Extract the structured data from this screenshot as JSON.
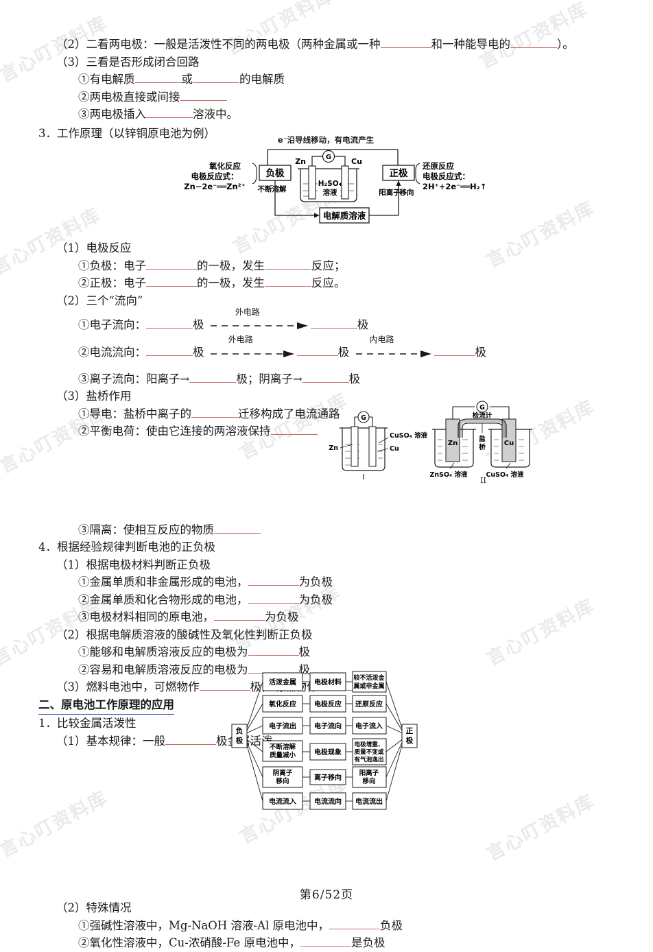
{
  "watermark": {
    "text": "言心叮资料库"
  },
  "footer": {
    "page_label": "第6/52页"
  },
  "colors": {
    "blank_underline": "#c86b66",
    "heading_underline": "#3f5fa8",
    "text": "#1a1a1a"
  },
  "content": {
    "line_2": "（2）二看两电极：一般是活泼性不同的两电极（两种金属或一种",
    "line_2b": "和一种能导电的",
    "line_2c": "）。",
    "line_3": "（3）三看是否形成闭合回路",
    "line_3_1a": "①有电解质",
    "line_3_1b": "或",
    "line_3_1c": "的电解质",
    "line_3_2a": "②两电极直接或间接",
    "line_3_3a": "③两电极插入",
    "line_3_3b": "溶液中。",
    "item_3": "3．工作原理（以锌铜原电池为例）",
    "s1_title": "（1）电极反应",
    "s1_a1": "①负极：电子",
    "s1_a2": "的一极，发生",
    "s1_a3": "反应；",
    "s1_b1": "②正极：电子",
    "s1_b2": "的一极，发生",
    "s1_b3": "反应。",
    "s2_title": "（2）三个“流向”",
    "s2_a1": "①电子流向：",
    "s2_a2": "极",
    "s2_a3": "极",
    "s2_outer": "外电路",
    "s2_inner": "内电路",
    "s2_b1": "②电流流向：",
    "s2_c1": "③离子流向：阳离子→",
    "s2_c2": "极；阴离子→",
    "s2_c3": "极",
    "s3_title": "（3）盐桥作用",
    "s3_a1": "①导电：盐桥中离子的",
    "s3_a2": "迁移构成了电流通路",
    "s3_b1": "②平衡电荷：使由它连接的两溶液保持",
    "s3_c1": "③隔离：使相互反应的物质",
    "item_4": "4．根据经验规律判断电池的正负极",
    "s4_1_title": "（1）根据电极材料判断正负极",
    "s4_1_a": "①金属单质和非金属形成的电池，",
    "s4_1_a2": "为负极",
    "s4_1_b": "②金属单质和化合物形成的电池，",
    "s4_1_b2": "为负极",
    "s4_1_c": "③电极材料相同的原电池，",
    "s4_1_c2": "为负极",
    "s4_2_title": "（2）根据电解质溶液的酸碱性及氧化性判断正负极",
    "s4_2_a": "①能够和电解质溶液反应的电极为",
    "s4_2_a2": "极",
    "s4_2_b": "②容易和电解质溶液反应的电极为",
    "s4_2_b2": "极",
    "s4_3": "（3）燃料电池中，可燃物作",
    "s4_3b": "极，助燃物作",
    "s4_3c": "极",
    "heading_two": "二、原电池工作原理的应用",
    "item_1b": "1．比较金属活泼性",
    "s5_1": "（1）基本规律：一般",
    "s5_1b": "极金属活泼",
    "s5_2_title": "（2）特殊情况",
    "s5_2_a": "①强碱性溶液中，Mg-NaOH 溶液-Al 原电池中，",
    "s5_2_a2": "负极",
    "s5_2_b": "②氧化性溶液中，Cu-浓硝酸-Fe 原电池中，",
    "s5_2_b2": "是负极"
  },
  "circuit_diagram": {
    "top_label": "e⁻沿导线移动，有电流产生",
    "left_oxidation": "氧化反应",
    "left_eq_label": "电极反应式：",
    "left_equation": "Zn−2e⁻══Zn²⁺",
    "negative_box": "负极",
    "negative_side_1": "不断",
    "negative_side_2": "溶解",
    "beaker_zn": "Zn",
    "beaker_cu": "Cu",
    "beaker_meter": "G",
    "beaker_solution_1": "H₂SO₄",
    "beaker_solution_2": "溶液",
    "positive_box": "正极",
    "positive_side_1": "阳离子",
    "positive_side_2": "移向",
    "right_reduction": "还原反应",
    "right_eq_label": "电极反应式：",
    "right_equation": "2H⁺+2e⁻══H₂↑",
    "bottom_box": "电解质溶液"
  },
  "cell_figures": [
    {
      "id": "I",
      "caption": "I",
      "meter": "G",
      "labels": {
        "left_electrode": "Zn",
        "right_electrode": "Cu",
        "solution": "CuSO₄ 溶液"
      }
    },
    {
      "id": "II",
      "caption": "II",
      "meter": "G",
      "meter_name": "检流计",
      "bridge_1": "盐",
      "bridge_2": "桥",
      "labels": {
        "left_electrode": "Zn",
        "right_electrode": "Cu",
        "left_solution": "ZnSO₄ 溶液",
        "right_solution": "CuSO₄ 溶液"
      }
    }
  ],
  "flowchart": {
    "left_node_1": "负",
    "left_node_2": "极",
    "right_node_1": "正",
    "right_node_2": "极",
    "rows": [
      {
        "left": "活泼金属",
        "mid": "电极材料",
        "right": "较不活泼金\n属或非金属"
      },
      {
        "left": "氧化反应",
        "mid": "电极反应",
        "right": "还原反应"
      },
      {
        "left": "电子流出",
        "mid": "电子流向",
        "right": "电子流入"
      },
      {
        "left": "不断溶解\n质量减小",
        "mid": "电极现象",
        "right": "电极增重、\n质量不变或\n有气泡逸出"
      },
      {
        "left": "阴离子\n移向",
        "mid": "离子移向",
        "right": "阳离子\n移向"
      },
      {
        "left": "电流流入",
        "mid": "电流流向",
        "right": "电流流出"
      }
    ]
  }
}
